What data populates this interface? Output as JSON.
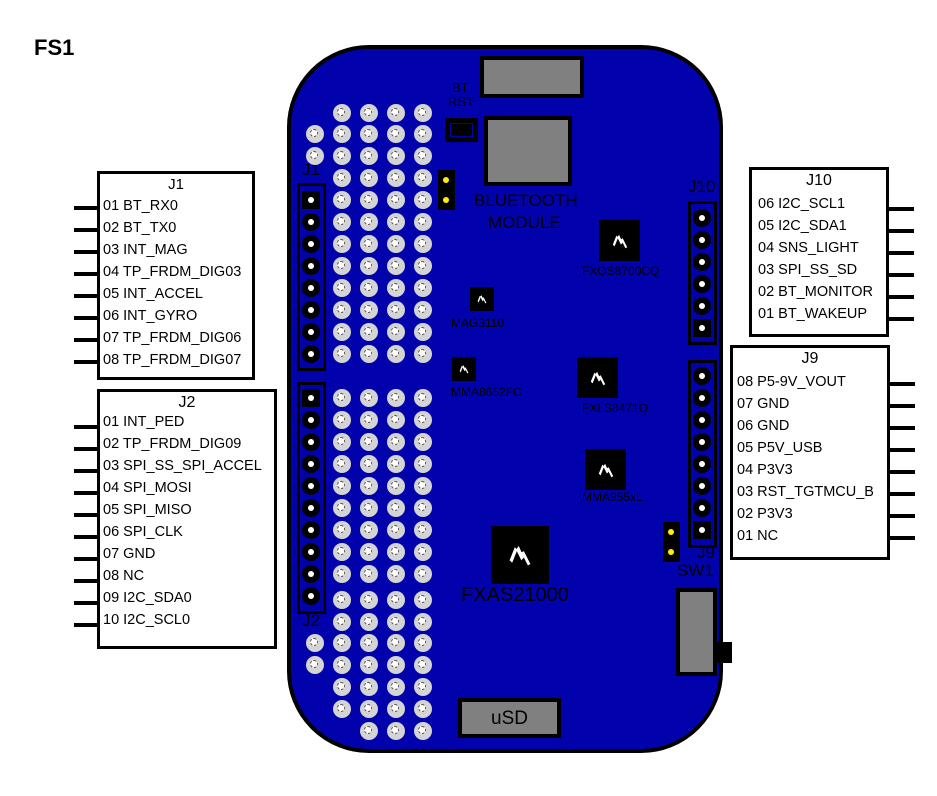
{
  "page": {
    "title": "FS1"
  },
  "connectors": {
    "J1": {
      "title": "J1",
      "pins": [
        "01 BT_RX0",
        "02 BT_TX0",
        "03 INT_MAG",
        "04 TP_FRDM_DIG03",
        "05 INT_ACCEL",
        "06 INT_GYRO",
        "07 TP_FRDM_DIG06",
        "08 TP_FRDM_DIG07"
      ]
    },
    "J2": {
      "title": "J2",
      "pins": [
        "01 INT_PED",
        "02 TP_FRDM_DIG09",
        "03 SPI_SS_SPI_ACCEL",
        "04 SPI_MOSI",
        "05 SPI_MISO",
        "06 SPI_CLK",
        "07 GND",
        "08 NC",
        "09 I2C_SDA0",
        "10 I2C_SCL0"
      ]
    },
    "J10": {
      "title": "J10",
      "pins": [
        "06 I2C_SCL1",
        "05 I2C_SDA1",
        "04 SNS_LIGHT",
        "03 SPI_SS_SD",
        "02 BT_MONITOR",
        "01 BT_WAKEUP"
      ]
    },
    "J9": {
      "title": "J9",
      "pins": [
        "08 P5-9V_VOUT",
        "07 GND",
        "06 GND",
        "05 P5V_USB",
        "04 P3V3",
        "03 RST_TGTMCU_B",
        "02 P3V3",
        "01 NC"
      ]
    }
  },
  "board": {
    "color": "#0202ad",
    "silkscreen": {
      "bt_rst": "BT\nRST",
      "bt_rst_line1": "BT",
      "bt_rst_line2": "RST",
      "bluetooth_line1": "BLUETOOTH",
      "bluetooth_line2": "MODULE",
      "j1": "J1",
      "j2": "J2",
      "j10": "J10",
      "j9": "J9",
      "sw1": "SW1",
      "usd": "uSD"
    },
    "chips": [
      {
        "name": "FXOS8700CQ"
      },
      {
        "name": "MAG3110"
      },
      {
        "name": "MMA8652FC"
      },
      {
        "name": "FXLS8471Q"
      },
      {
        "name": "MMA955xL"
      },
      {
        "name": "FXAS21000"
      }
    ]
  }
}
